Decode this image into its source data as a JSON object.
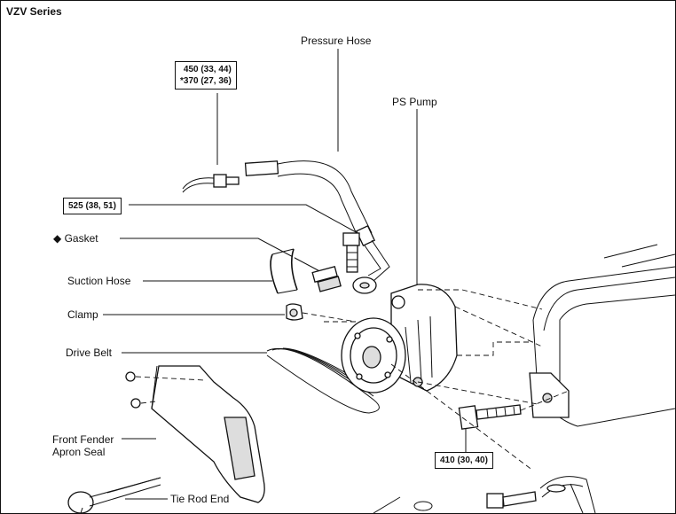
{
  "header": {
    "title": "VZV Series"
  },
  "labels": {
    "pressure_hose": "Pressure Hose",
    "ps_pump": "PS Pump",
    "gasket": "Gasket",
    "gasket_marker": "◆",
    "suction_hose": "Suction Hose",
    "clamp": "Clamp",
    "drive_belt": "Drive Belt",
    "front_fender_line1": "Front Fender",
    "front_fender_line2": "Apron Seal",
    "tie_rod_end": "Tie Rod End"
  },
  "torque_specs": {
    "pressure_fitting_line1": "450 (33, 44)",
    "pressure_fitting_line2": "*370 (27, 36)",
    "union_bolt": "525 (38, 51)",
    "bracket_bolt": "410 (30, 40)"
  }
}
